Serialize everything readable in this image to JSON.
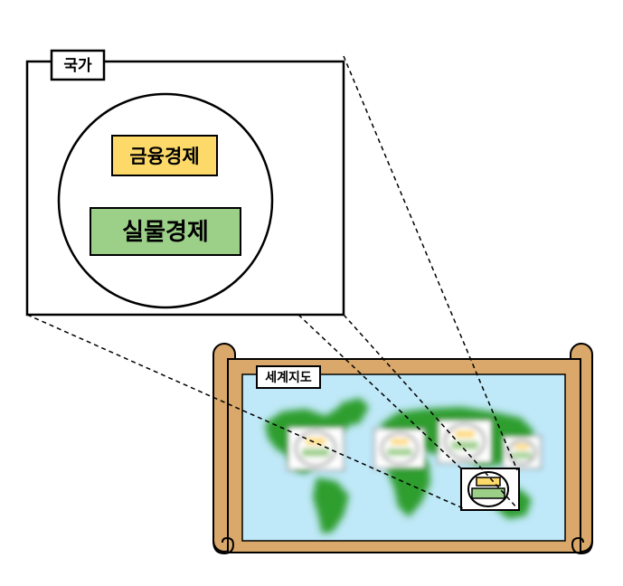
{
  "country": {
    "label": "국가"
  },
  "economy": {
    "financial": {
      "label": "금융경제",
      "color": "#fdd96a"
    },
    "real": {
      "label": "실물경제",
      "color": "#9ccf88"
    }
  },
  "world_map": {
    "label": "세계지도",
    "ocean_color": "#bfe8f8",
    "land_color": "#2e9e2e",
    "scroll_color": "#d9a86a"
  }
}
